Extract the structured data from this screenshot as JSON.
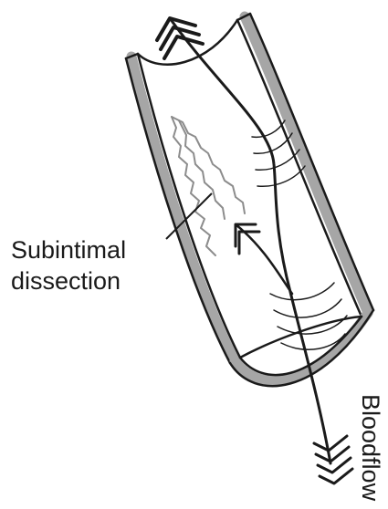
{
  "labels": {
    "line1": "Subintimal",
    "line2": "dissection",
    "bloodflow": "Bloodflow"
  },
  "colors": {
    "outline": "#1a1a1a",
    "vessel_wall_gray": "#a6a6a6",
    "dissection_flap_gray": "#8c8c8c",
    "background": "#ffffff"
  }
}
